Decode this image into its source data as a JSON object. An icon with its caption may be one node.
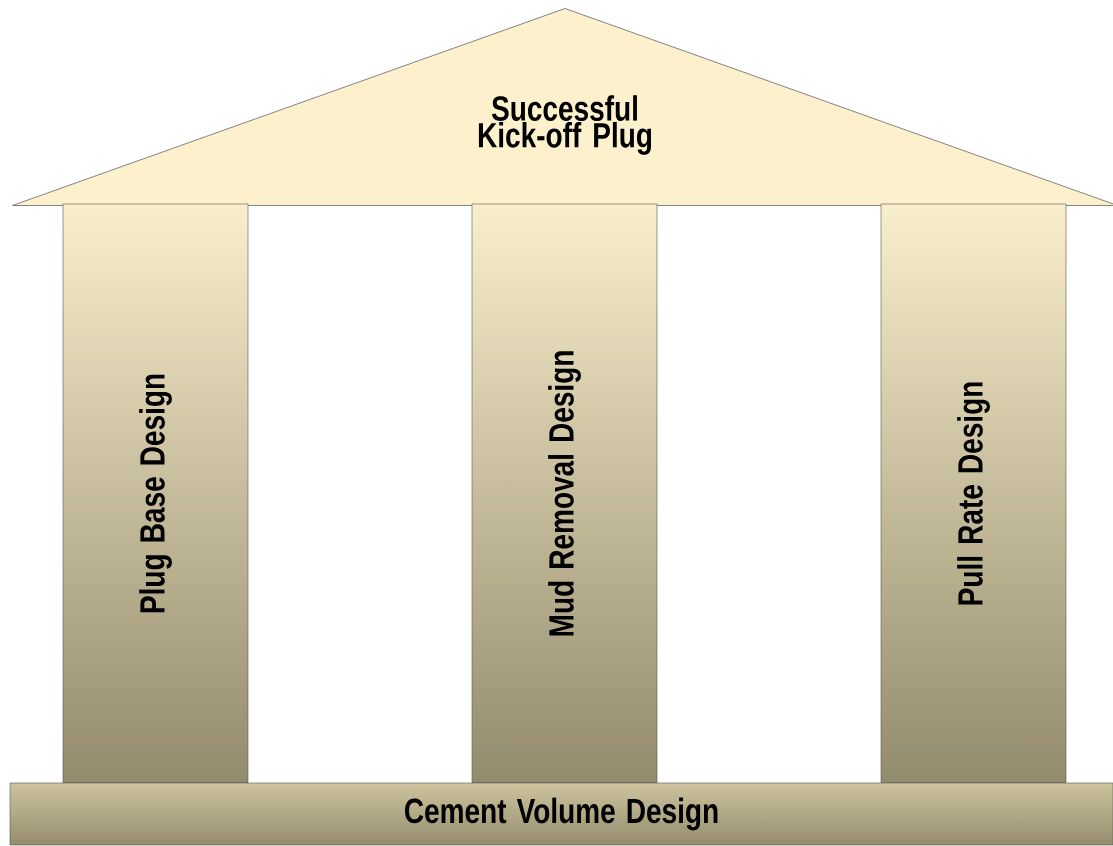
{
  "diagram": {
    "nodes": [
      {
        "text": [
          "Successful Kick-off Plug"
        ]
      },
      {
        "text": [
          "Plug Base Design"
        ]
      },
      {
        "text": [
          "Mud Removal Design"
        ]
      },
      {
        "text": [
          "Pull Rate Design"
        ]
      },
      {
        "text": [
          "Cement Volume Design"
        ]
      }
    ]
  }
}
